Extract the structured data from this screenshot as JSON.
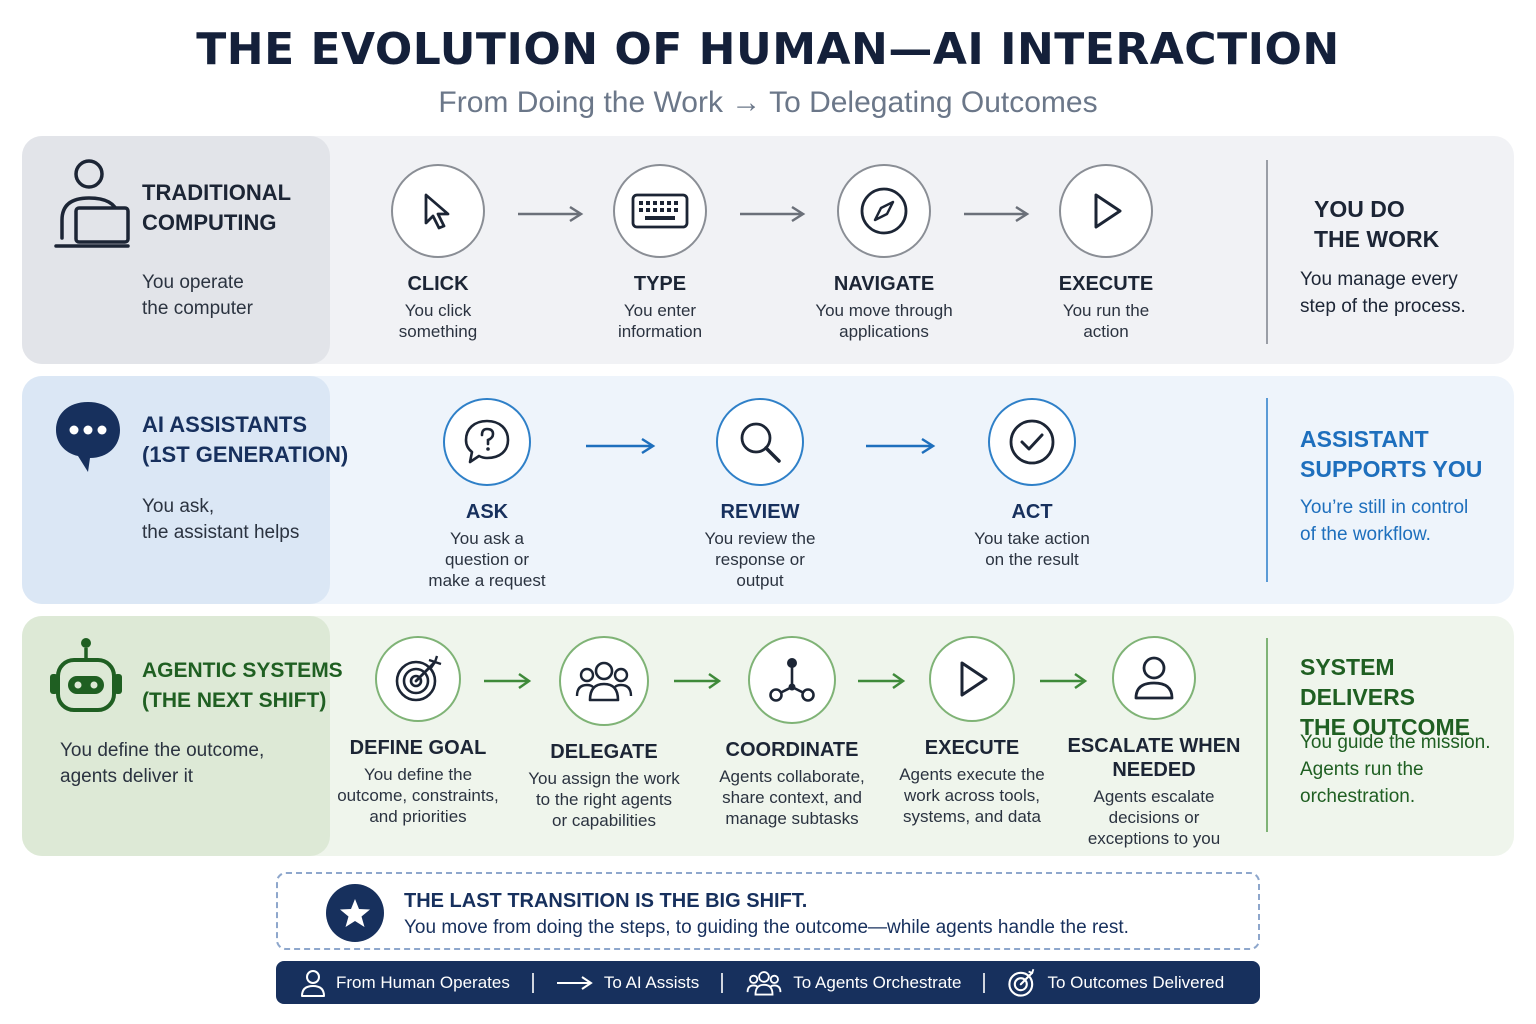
{
  "header": {
    "title": "THE EVOLUTION OF HUMAN—AI INTERACTION",
    "subtitle": "From Doing the Work → To Delegating Outcomes"
  },
  "colors": {
    "navy": "#17305d",
    "gray_accent": "#7b7f86",
    "blue_accent": "#1e6fbd",
    "green_accent": "#3f8a3a",
    "green_dark": "#1f5f22"
  },
  "rows": [
    {
      "icon": "person-laptop-icon",
      "title": "TRADITIONAL\nCOMPUTING",
      "description": "You operate\nthe computer",
      "steps": [
        {
          "icon": "cursor-icon",
          "title": "CLICK",
          "description": "You click\nsomething"
        },
        {
          "icon": "keyboard-icon",
          "title": "TYPE",
          "description": "You enter\ninformation"
        },
        {
          "icon": "compass-icon",
          "title": "NAVIGATE",
          "description": "You move through\napplications"
        },
        {
          "icon": "play-icon",
          "title": "EXECUTE",
          "description": "You run the\naction"
        }
      ],
      "summary_title": "YOU DO\nTHE WORK",
      "summary_text": "You manage every\nstep of the process."
    },
    {
      "icon": "chat-bubble-icon",
      "title": "AI ASSISTANTS\n(1ST GENERATION)",
      "description": "You ask,\nthe assistant helps",
      "steps": [
        {
          "icon": "question-bubble-icon",
          "title": "ASK",
          "description": "You ask a\nquestion or\nmake a request"
        },
        {
          "icon": "magnifier-icon",
          "title": "REVIEW",
          "description": "You review the\nresponse or\noutput"
        },
        {
          "icon": "check-circle-icon",
          "title": "ACT",
          "description": "You take action\non the result"
        }
      ],
      "summary_title": "ASSISTANT\nSUPPORTS YOU",
      "summary_text": "You’re still in control\nof the workflow."
    },
    {
      "icon": "robot-icon",
      "title": "AGENTIC SYSTEMS\n(THE NEXT SHIFT)",
      "description": "You define the outcome,\nagents deliver it",
      "steps": [
        {
          "icon": "target-icon",
          "title": "DEFINE GOAL",
          "description": "You define the\noutcome, constraints,\nand priorities"
        },
        {
          "icon": "group-icon",
          "title": "DELEGATE",
          "description": "You assign the work\nto the right agents\nor capabilities"
        },
        {
          "icon": "network-icon",
          "title": "COORDINATE",
          "description": "Agents collaborate,\nshare context, and\nmanage subtasks"
        },
        {
          "icon": "play-icon",
          "title": "EXECUTE",
          "description": "Agents execute the\nwork across tools,\nsystems, and data"
        },
        {
          "icon": "person-icon",
          "title": "ESCALATE WHEN\nNEEDED",
          "description": "Agents escalate\ndecisions or\nexceptions to you"
        }
      ],
      "summary_title": "SYSTEM DELIVERS\nTHE OUTCOME",
      "summary_text": "You guide the mission.\nAgents run the\norchestration."
    }
  ],
  "callout": {
    "icon": "star-icon",
    "title": "THE LAST TRANSITION IS THE BIG SHIFT.",
    "text": "You move from doing the steps, to guiding the outcome—while agents handle the rest."
  },
  "footer": [
    {
      "icon": "person-icon",
      "label": "From Human Operates"
    },
    {
      "icon": "arrow-icon",
      "label": "To AI Assists"
    },
    {
      "icon": "group-icon",
      "label": "To Agents Orchestrate"
    },
    {
      "icon": "target-icon",
      "label": "To Outcomes Delivered"
    }
  ]
}
